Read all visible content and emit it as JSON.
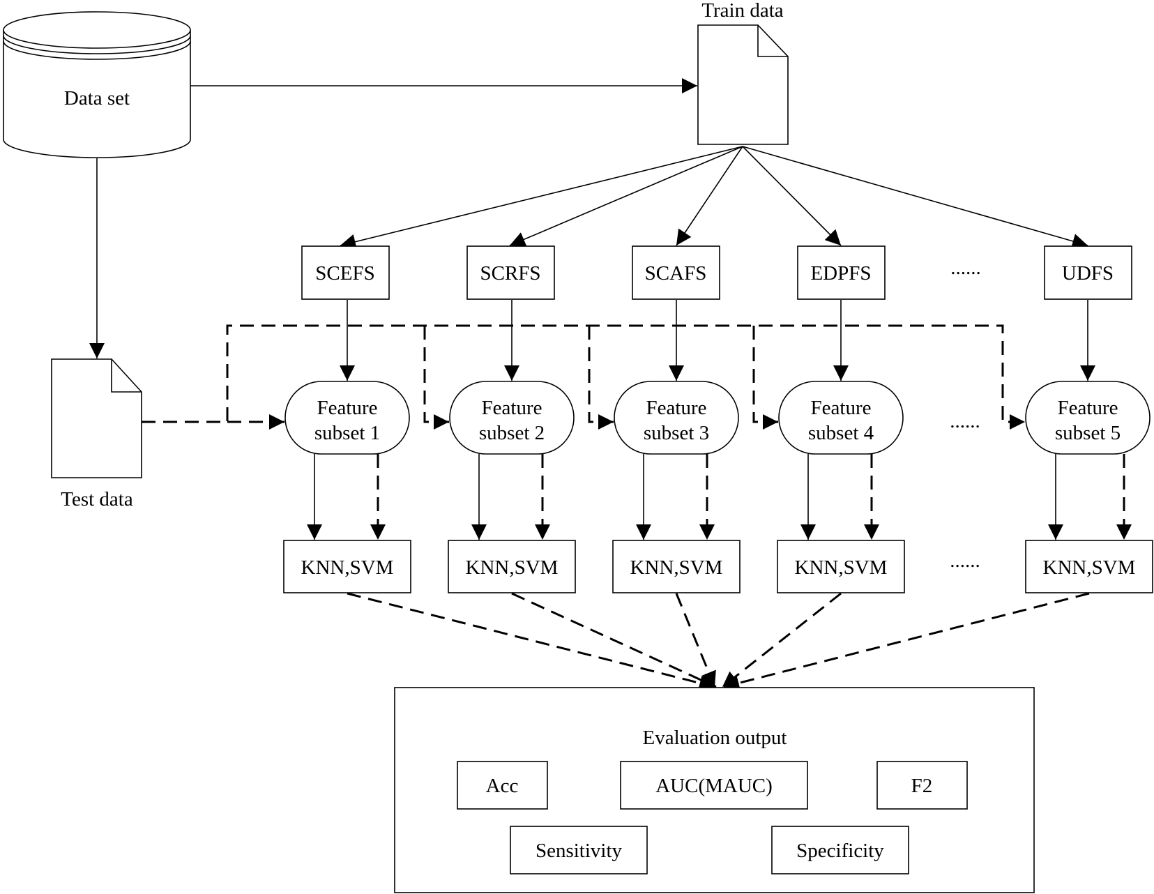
{
  "data_set": "Data set",
  "train_data": "Train data",
  "test_data": "Test data",
  "methods": [
    "SCEFS",
    "SCRFS",
    "SCAFS",
    "EDPFS",
    "UDFS"
  ],
  "subset_line1": "Feature",
  "subsets": [
    "subset 1",
    "subset 2",
    "subset 3",
    "subset 4",
    "subset 5"
  ],
  "classifier": "KNN,SVM",
  "ellipsis": "......",
  "evaluation": {
    "title": "Evaluation output",
    "metrics": [
      "Acc",
      "AUC(MAUC)",
      "F2",
      "Sensitivity",
      "Specificity"
    ]
  }
}
